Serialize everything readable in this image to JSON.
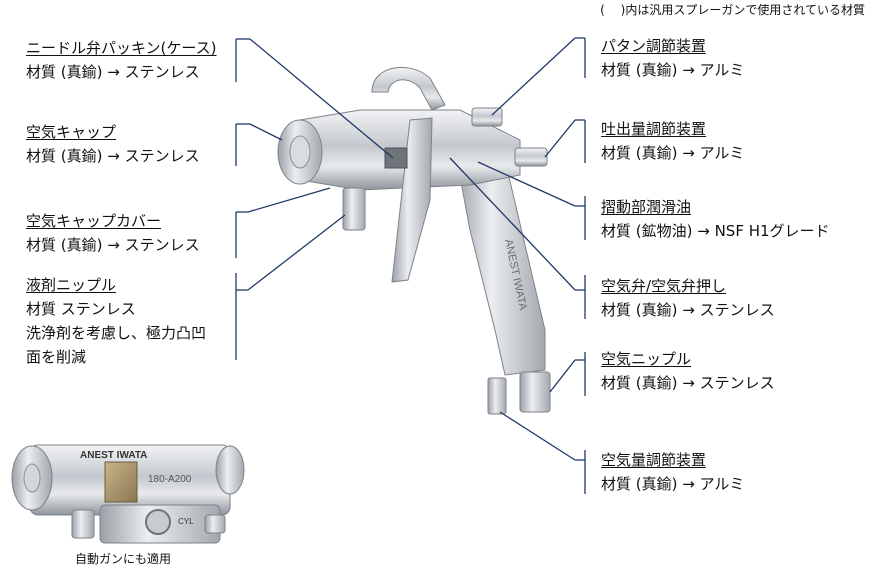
{
  "note": "( 　)内は汎用スプレーガンで使用されている材質",
  "left_callouts": [
    {
      "title": "ニードル弁パッキン(ケース)",
      "lines": [
        "材質 (真鍮) → ステンレス"
      ]
    },
    {
      "title": "空気キャップ",
      "lines": [
        "材質 (真鍮) → ステンレス"
      ]
    },
    {
      "title": "空気キャップカバー",
      "lines": [
        "材質 (真鍮) → ステンレス"
      ]
    },
    {
      "title": "液剤ニップル",
      "lines": [
        "材質 ステンレス",
        "洗浄剤を考慮し、極力凸凹",
        "面を削減"
      ]
    }
  ],
  "right_callouts": [
    {
      "title": "パタン調節装置",
      "lines": [
        "材質 (真鍮) → アルミ"
      ]
    },
    {
      "title": "吐出量調節装置",
      "lines": [
        "材質 (真鍮) → アルミ"
      ]
    },
    {
      "title": "摺動部潤滑油",
      "lines": [
        "材質 (鉱物油) → NSF H1グレード"
      ]
    },
    {
      "title": "空気弁/空気弁押し",
      "lines": [
        "材質 (真鍮) → ステンレス"
      ]
    },
    {
      "title": "空気ニップル",
      "lines": [
        "材質 (真鍮) → ステンレス"
      ]
    },
    {
      "title": "空気量調節装置",
      "lines": [
        "材質 (真鍮) → アルミ"
      ]
    }
  ],
  "gun_brand": "ANEST IWATA",
  "auto_gun": {
    "brand": "ANEST IWATA",
    "model": "180-A200",
    "mark": "CYL"
  },
  "caption": "自動ガンにも適用",
  "colors": {
    "leader_line": "#1f3a68",
    "metal": "#c9cdd3",
    "text": "#111111"
  }
}
